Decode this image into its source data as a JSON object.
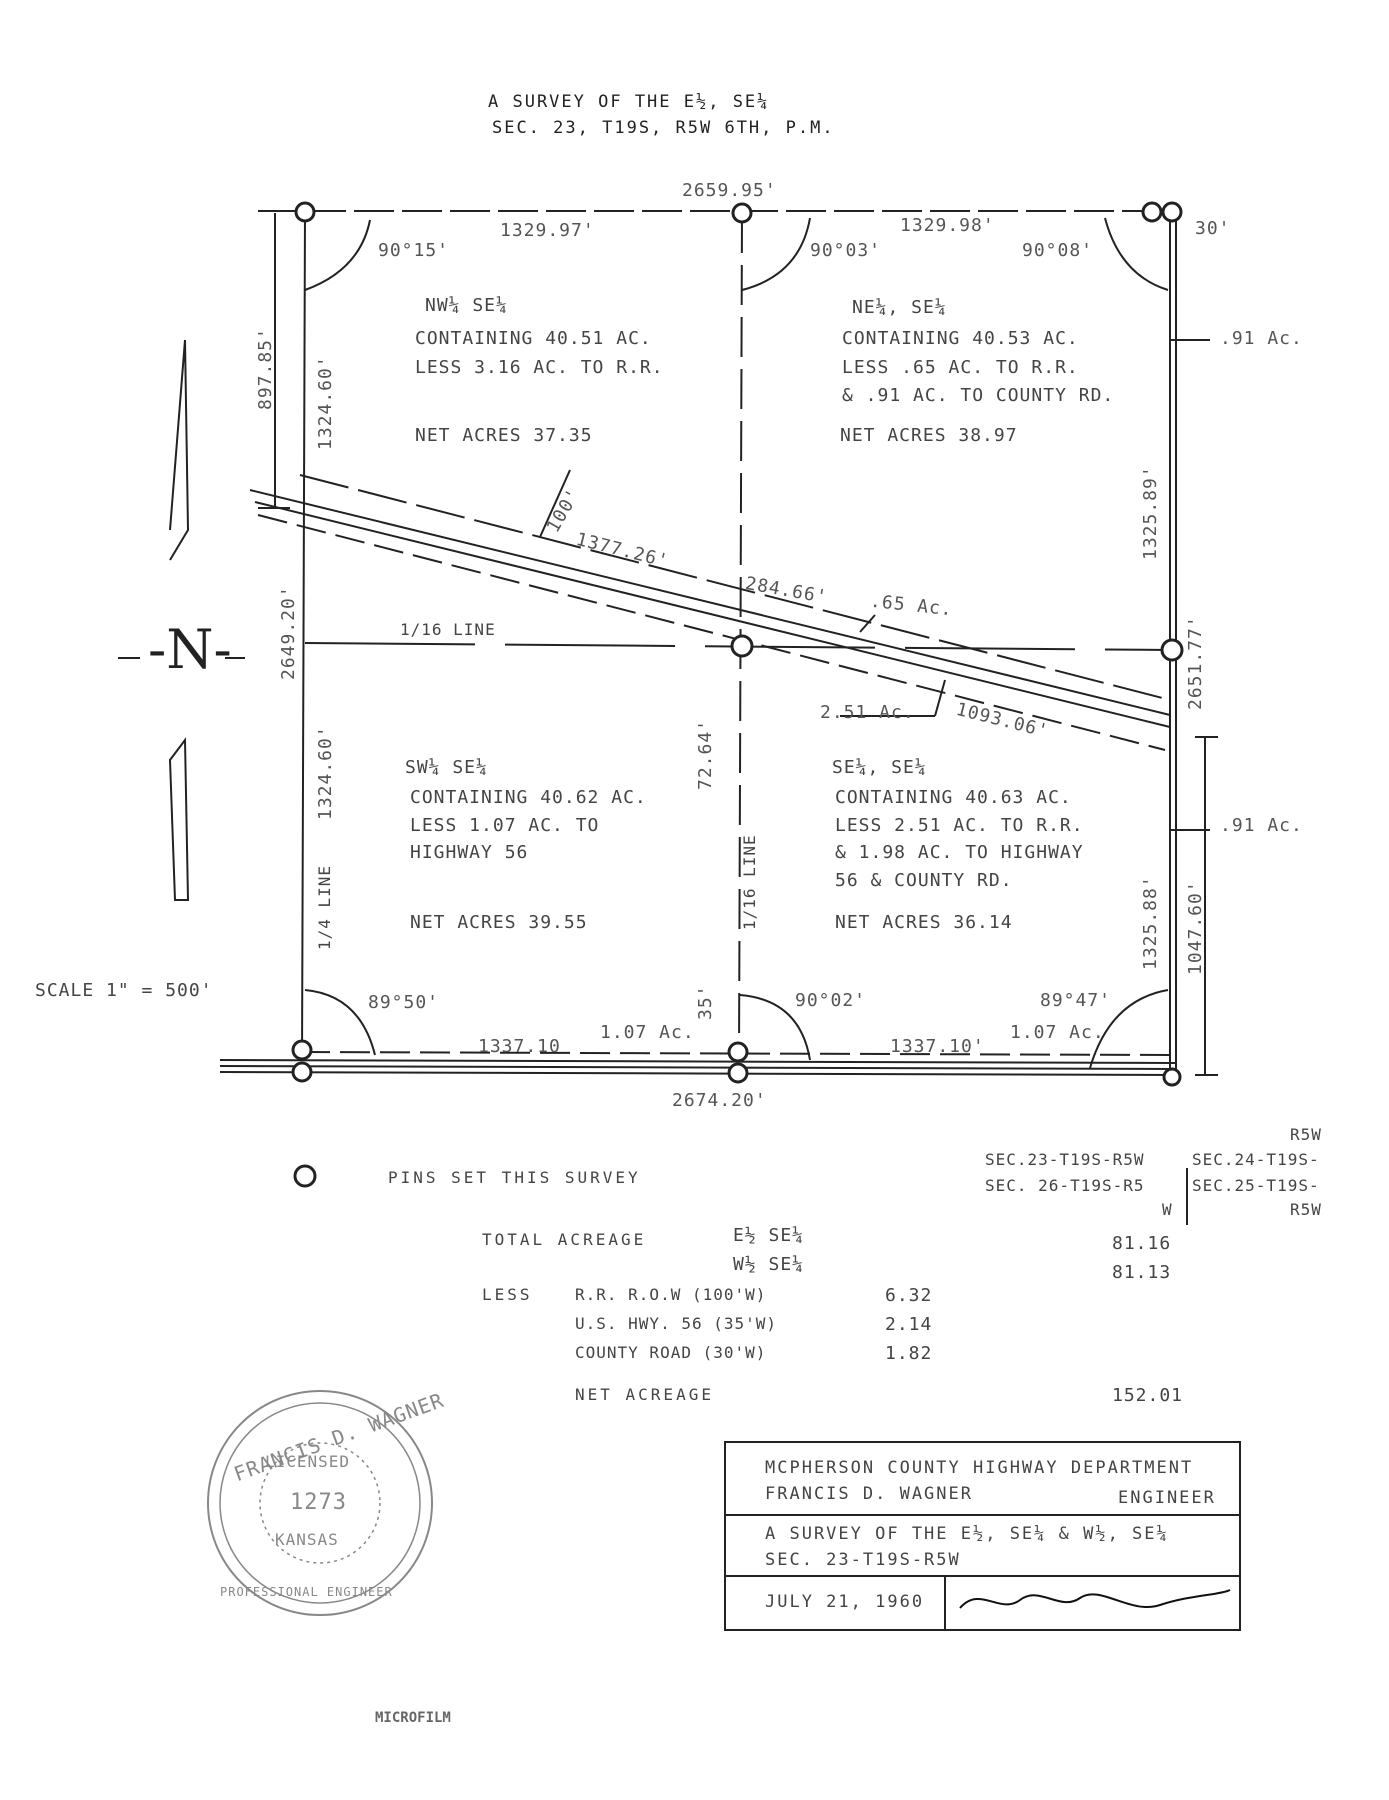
{
  "title": {
    "line1": "A SURVEY OF THE E½, SE¼",
    "line2": "SEC. 23, T19S, R5W 6TH, P.M."
  },
  "north": {
    "label": "-N-"
  },
  "scale": "SCALE 1\" = 500'",
  "dimensions": {
    "top_total": "2659.95'",
    "top_left": "1329.97'",
    "top_right": "1329.98'",
    "top_offset": "30'",
    "angle_nw": "90°15'",
    "angle_n_mid": "90°03'",
    "angle_ne": "90°08'",
    "left_upper_outer": "897.85'",
    "left_upper_inner": "1324.60'",
    "left_total": "2649.20'",
    "left_lower": "1324.60'",
    "rr_width": "100'",
    "rr_length": "1377.26'",
    "rr_mid": "284.66'",
    "ac_065": ".65 Ac.",
    "ac_251": "2.51 Ac.",
    "rr_lower": "1093.06'",
    "right_upper": "1325.89'",
    "right_total": "2651.77'",
    "right_lower": "1325.88'",
    "right_outer": "1047.60'",
    "ac_091_top": ".91 Ac.",
    "ac_091_bot": ".91 Ac.",
    "mid_vertical": "72.64'",
    "sixteenth_line": "1/16 LINE",
    "sixteenth_line_vert": "1/16 LINE",
    "quarter_line": "1/4 LINE",
    "angle_sw": "89°50'",
    "angle_s_mid": "90°02'",
    "angle_se": "89°47'",
    "bottom_left": "1337.10",
    "bottom_right": "1337.10'",
    "bottom_total": "2674.20'",
    "ac_107_left": "1.07 Ac.",
    "ac_107_right": "1.07 Ac.",
    "hwy_35": "35'"
  },
  "quarters": {
    "nw": {
      "name": "NW¼ SE¼",
      "containing": "CONTAINING 40.51 AC.",
      "less1": "LESS 3.16 AC. TO R.R.",
      "net": "NET ACRES 37.35"
    },
    "ne": {
      "name": "NE¼, SE¼",
      "containing": "CONTAINING 40.53 AC.",
      "less1": "LESS .65 AC. TO R.R.",
      "less2": "& .91 AC. TO COUNTY RD.",
      "net": "NET ACRES 38.97"
    },
    "sw": {
      "name": "SW¼ SE¼",
      "containing": "CONTAINING 40.62 AC.",
      "less1": "LESS 1.07 AC. TO",
      "less2": "HIGHWAY 56",
      "net": "NET ACRES 39.55"
    },
    "se": {
      "name": "SE¼, SE¼",
      "containing": "CONTAINING 40.63 AC.",
      "less1": "LESS 2.51 AC. TO R.R.",
      "less2": "& 1.98 AC. TO HIGHWAY",
      "less3": "56 & COUNTY RD.",
      "net": "NET ACRES 36.14"
    }
  },
  "section_ref": {
    "r5w_top": "R5W",
    "sec23": "SEC.23-T19S-R5W",
    "sec24": "SEC.24-T19S-",
    "sec26": "SEC. 26-T19S-R5",
    "w": "W",
    "sec25": "SEC.25-T19S-",
    "r5w_bot": "R5W"
  },
  "legend": {
    "pins": "PINS SET THIS SURVEY"
  },
  "acreage": {
    "total_label": "TOTAL ACREAGE",
    "e2": "E½ SE¼",
    "w2": "W½ SE¼",
    "e2_val": "81.16",
    "w2_val": "81.13",
    "less_label": "LESS",
    "rr": "R.R. R.O.W (100'W)",
    "rr_val": "6.32",
    "hwy": "U.S. HWY. 56 (35'W)",
    "hwy_val": "2.14",
    "county": "COUNTY ROAD (30'W)",
    "county_val": "1.82",
    "net_label": "NET ACREAGE",
    "net_val": "152.01"
  },
  "seal": {
    "name": "FRANCIS D. WAGNER",
    "licensed": "LICENSED",
    "number": "1273",
    "state": "KANSAS",
    "bottom": "PROFESSIONAL ENGINEER"
  },
  "title_block": {
    "dept": "MCPHERSON COUNTY HIGHWAY DEPARTMENT",
    "engineer_name": "FRANCIS D. WAGNER",
    "engineer_title": "ENGINEER",
    "survey_line1": "A SURVEY OF THE E½, SE¼ & W½, SE¼",
    "survey_line2": "SEC. 23-T19S-R5W",
    "date": "JULY 21, 1960"
  },
  "stamp": "MICROFILM"
}
